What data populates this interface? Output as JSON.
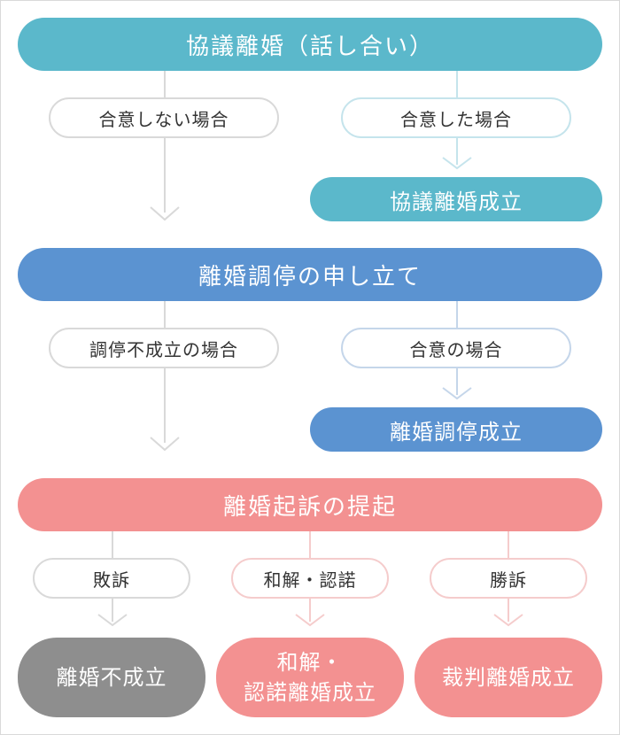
{
  "section1": {
    "title": "協議離婚（話し合い）",
    "branch_no": "合意しない場合",
    "branch_yes": "合意した場合",
    "result": "協議離婚成立"
  },
  "section2": {
    "title": "離婚調停の申し立て",
    "branch_no": "調停不成立の場合",
    "branch_yes": "合意の場合",
    "result": "離婚調停成立"
  },
  "section3": {
    "title": "離婚起訴の提起",
    "branch_lose": "敗訴",
    "branch_settle": "和解・認諾",
    "branch_win": "勝訴",
    "result_lose": "離婚不成立",
    "result_settle_line1": "和解・",
    "result_settle_line2": "認諾離婚成立",
    "result_win": "裁判離婚成立"
  },
  "colors": {
    "teal": "#5bb8cb",
    "blue": "#5b93d1",
    "pink": "#f39191",
    "gray": "#8e8e8e",
    "gray_line": "#d9d9d9",
    "teal_line": "#c5e4ec",
    "blue_line": "#c5d6ea",
    "pink_line": "#f5cccc"
  }
}
